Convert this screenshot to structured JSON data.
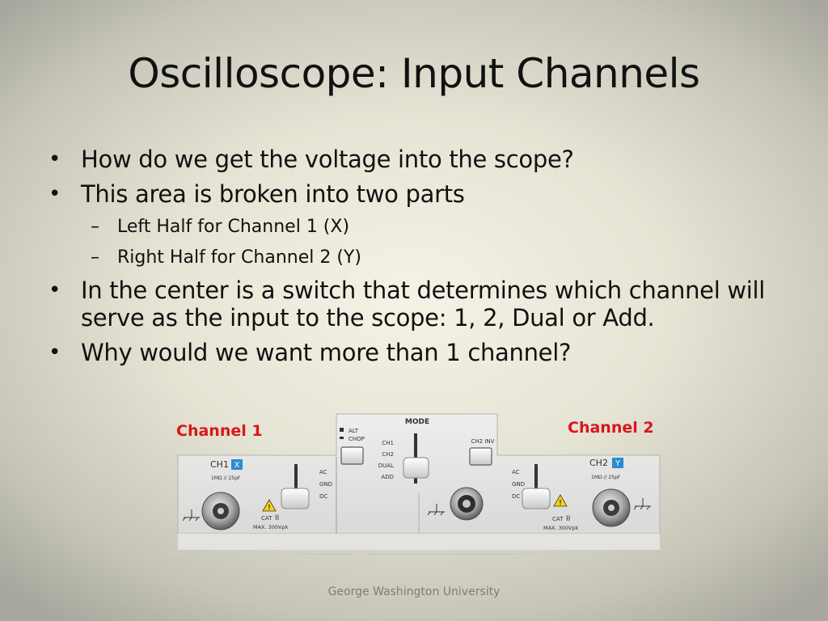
{
  "slide": {
    "title": "Oscilloscope: Input Channels",
    "bullets": [
      "How do we get the voltage into the scope?",
      "This area is broken into two parts",
      "In the center is a switch that determines which channel will serve as the input to the scope: 1, 2, Dual or Add.",
      "Why would we want more than 1 channel?"
    ],
    "sub_bullets": [
      "Left Half for Channel 1 (X)",
      "Right Half for Channel 2 (Y)"
    ],
    "bullet_glyph": "•",
    "dash_glyph": "–",
    "footer": "George Washington University"
  },
  "labels": {
    "channel1": "Channel 1",
    "channel2": "Channel 2",
    "accent_color": "#d8161a"
  },
  "panel": {
    "mode": "MODE",
    "alt": "ALT",
    "chop": "CHOP",
    "mode_options": [
      "CH1",
      "CH2",
      "DUAL",
      "ADD"
    ],
    "ch2_inv": "CH2 INV",
    "ch1_name": "CH1",
    "ch1_badge": "X",
    "ch2_name": "CH2",
    "ch2_badge": "Y",
    "coupling": [
      "AC",
      "GND",
      "DC"
    ],
    "impedance": "1MΩ // 25pF",
    "cat": "CAT",
    "cat_roman": "II",
    "max_voltage": "MAX. 300Vpk",
    "badge_color": "#2a8bd0"
  }
}
